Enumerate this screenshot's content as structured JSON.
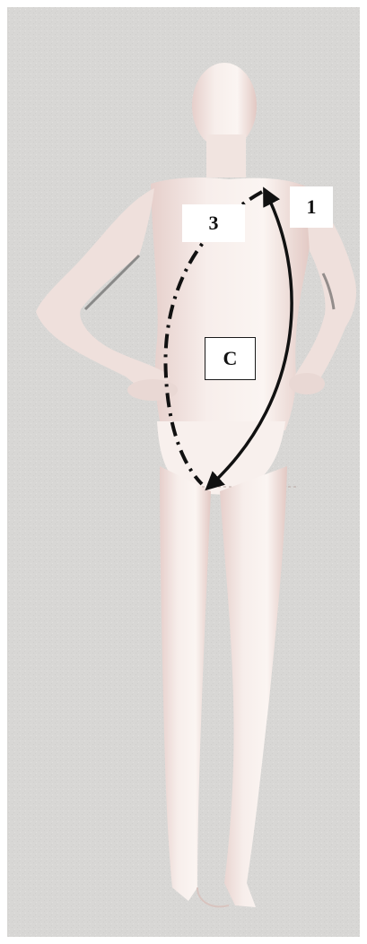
{
  "diagram": {
    "background_color": "#d9d8d6",
    "figure_color": "#f3e8e5",
    "arrow_color": "#111111",
    "labels": {
      "arrow_1": "1",
      "arrow_3": "3",
      "region": "C"
    },
    "arrows": [
      {
        "id": "1",
        "style": "solid",
        "direction": "bidirectional"
      },
      {
        "id": "3",
        "style": "dash-dot",
        "direction": "single"
      }
    ]
  }
}
